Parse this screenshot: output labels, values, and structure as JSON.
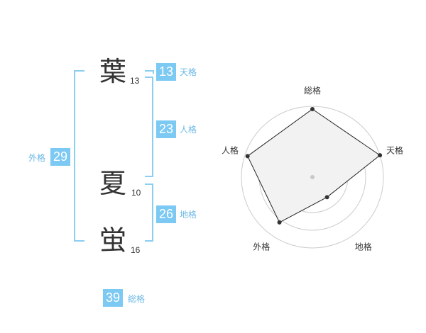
{
  "name": {
    "chars": [
      {
        "kanji": "葉",
        "strokes": "13"
      },
      {
        "kanji": "夏",
        "strokes": "10"
      },
      {
        "kanji": "蛍",
        "strokes": "16"
      }
    ]
  },
  "kakusu": {
    "tenkaku": {
      "label": "天格",
      "value": "13"
    },
    "jinkaku": {
      "label": "人格",
      "value": "23"
    },
    "chikaku": {
      "label": "地格",
      "value": "26"
    },
    "gaikaku": {
      "label": "外格",
      "value": "29"
    },
    "soukaku": {
      "label": "総格",
      "value": "39"
    }
  },
  "radar": {
    "axes": [
      "総格",
      "天格",
      "地格",
      "外格",
      "人格"
    ],
    "values": [
      0.96,
      1.0,
      0.35,
      0.79,
      0.96
    ],
    "rings": 4
  },
  "colors": {
    "badge": "#7cc9f4",
    "badge_label": "#6cb8e6",
    "bracket": "#8ccdf2",
    "radar_fill": "#f2f2f2",
    "radar_grid": "#cccccc"
  }
}
